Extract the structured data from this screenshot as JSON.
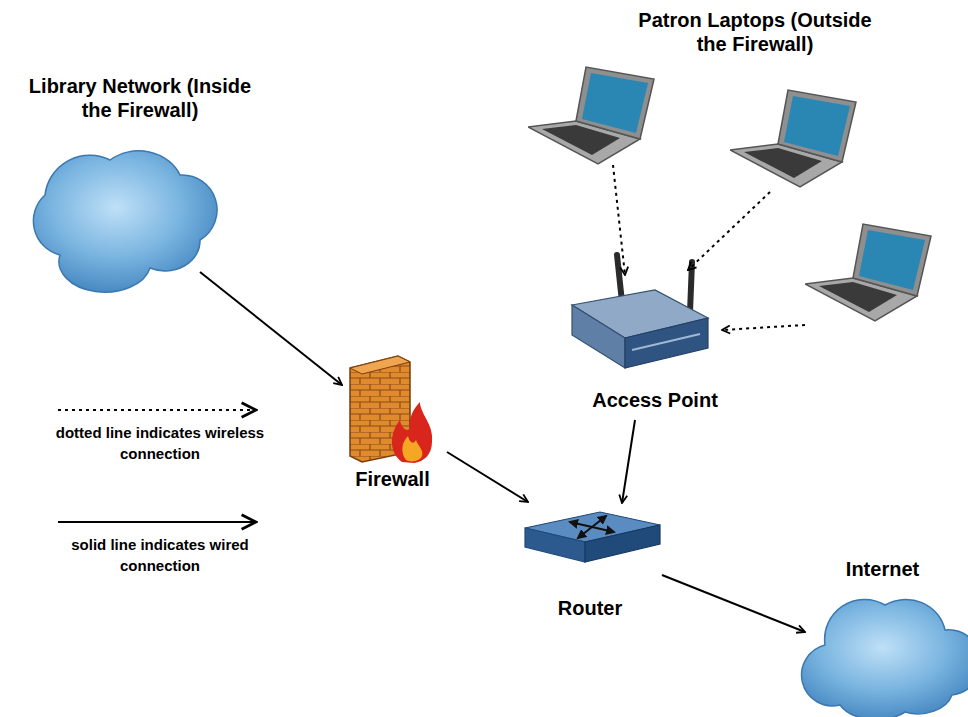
{
  "diagram": {
    "nodes": [
      {
        "text": [
          "Patron Laptops (Outside the Firewall)"
        ]
      },
      {
        "text": [
          "Library Network (Inside the Firewall)"
        ]
      },
      {
        "text": [
          "Access Point"
        ]
      },
      {
        "text": [
          "Firewall"
        ]
      },
      {
        "text": [
          "Router"
        ]
      },
      {
        "text": [
          "Internet"
        ]
      }
    ],
    "edges": [
      {
        "from": 1,
        "to": 3,
        "arrow": "to"
      },
      {
        "from": 3,
        "to": 4,
        "arrow": "to"
      },
      {
        "from": 2,
        "to": 4,
        "arrow": "to"
      },
      {
        "from": 4,
        "to": 5,
        "arrow": "to"
      },
      {
        "from": 0,
        "to": 2,
        "arrow": "to"
      },
      {
        "from": 0,
        "to": 2,
        "arrow": "to"
      },
      {
        "from": 0,
        "to": 2,
        "arrow": "to"
      }
    ],
    "legend": [
      {
        "text": "dotted line indicates wireless connection"
      },
      {
        "text": "solid line indicates wired connection"
      }
    ]
  }
}
